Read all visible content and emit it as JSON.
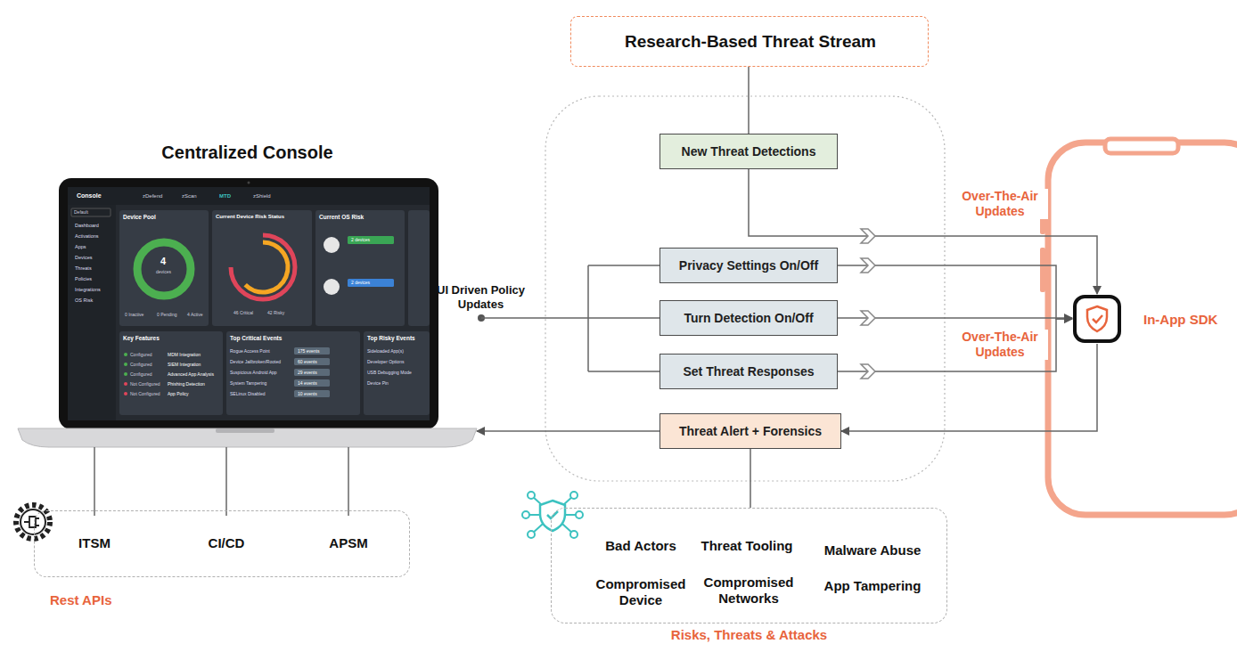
{
  "diagram": {
    "nodes": [
      {
        "text": [
          "Research-Based Threat Stream"
        ]
      },
      {
        "text": [
          "Centralized Console"
        ]
      },
      {
        "text": [
          "New Threat Detections"
        ]
      },
      {
        "text": [
          "Privacy Settings On/Off"
        ]
      },
      {
        "text": [
          "Turn Detection On/Off"
        ]
      },
      {
        "text": [
          "Set Threat Responses"
        ]
      },
      {
        "text": [
          "Threat Alert + Forensics"
        ]
      },
      {
        "text": [
          "In-App SDK"
        ]
      },
      {
        "text": [
          "Rest APIs"
        ]
      },
      {
        "text": [
          "ITSM"
        ],
        "in": 8
      },
      {
        "text": [
          "CI/CD"
        ],
        "in": 8
      },
      {
        "text": [
          "APSM"
        ],
        "in": 8
      },
      {
        "text": [
          "Risks, Threats & Attacks"
        ]
      },
      {
        "text": [
          "Bad Actors"
        ],
        "in": 12
      },
      {
        "text": [
          "Threat Tooling"
        ],
        "in": 12
      },
      {
        "text": [
          "Malware Abuse"
        ],
        "in": 12
      },
      {
        "text": [
          "Compromised Device"
        ],
        "in": 12
      },
      {
        "text": [
          "Compromised Networks"
        ],
        "in": 12
      },
      {
        "text": [
          "App Tampering"
        ],
        "in": 12
      }
    ],
    "edges": [
      {
        "from": 0,
        "to": 2,
        "arrow": "none"
      },
      {
        "from": 2,
        "to": 7,
        "arrow": "to",
        "label": "Over-The-Air Updates"
      },
      {
        "from": 3,
        "to": 7,
        "arrow": "to"
      },
      {
        "from": 4,
        "to": 7,
        "arrow": "to",
        "label": "Over-The-Air Updates"
      },
      {
        "from": 5,
        "to": 7,
        "arrow": "to"
      },
      {
        "from": 7,
        "to": 6,
        "arrow": "to"
      },
      {
        "from": 6,
        "to": 1,
        "arrow": "to"
      },
      {
        "from": 1,
        "to": 9,
        "arrow": "none"
      },
      {
        "from": 1,
        "to": 10,
        "arrow": "none"
      },
      {
        "from": 1,
        "to": 11,
        "arrow": "none"
      },
      {
        "from": 6,
        "to": 12,
        "arrow": "none"
      }
    ],
    "labels": [
      "UI Driven Policy Updates",
      "Console",
      "zDefend",
      "zScan",
      "MTD",
      "zShield",
      "Default",
      "Dashboard",
      "Activations",
      "Apps",
      "Devices",
      "Threats",
      "Policies",
      "Integrations",
      "OS Risk",
      "Device Pool",
      "4",
      "devices",
      "0 Inactive",
      "0 Pending",
      "4 Active",
      "Current Device Risk Status",
      "46 Critical",
      "42 Risky",
      "Current OS Risk",
      "2 devices",
      "2 devices",
      "Key Features",
      "Configured",
      "MDM Integration",
      "Configured",
      "SIEM Integration",
      "Configured",
      "Advanced App Analysis",
      "Not Configured",
      "Phishing Detection",
      "Not Configured",
      "App Policy",
      "Top Critical Events",
      "Rogue Access Point",
      "175 events",
      "Device Jailbroken/Rooted",
      "60 events",
      "Suspicious Android App",
      "29 events",
      "System Tampering",
      "14 events",
      "SELinux Disabled",
      "10 events",
      "Top Risky Events",
      "Sideloaded App(s)",
      "Developer Options",
      "USB Debugging Mode",
      "Device Pin"
    ]
  }
}
